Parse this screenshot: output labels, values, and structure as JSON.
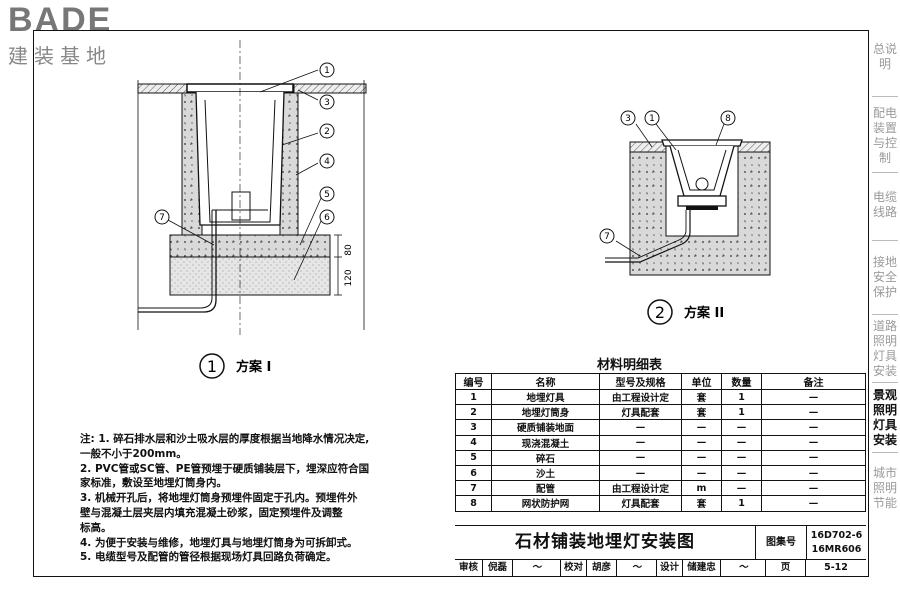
{
  "logo": {
    "brand": "BADE",
    "tagline": "建装基地"
  },
  "sidebar": {
    "items": [
      {
        "label": "总说明",
        "active": false
      },
      {
        "label": "配电装置与控制",
        "active": false
      },
      {
        "label": "电缆线路",
        "active": false
      },
      {
        "label": "接地安全保护",
        "active": false
      },
      {
        "label": "道路照明灯具安装",
        "active": false
      },
      {
        "label": "景观照明灯具安装",
        "active": true
      },
      {
        "label": "城市照明节能",
        "active": false
      }
    ]
  },
  "scheme1": {
    "number": "1",
    "caption": "方案 I",
    "callouts": [
      "1",
      "2",
      "3",
      "4",
      "5",
      "6",
      "7"
    ],
    "dims": [
      "80",
      "120"
    ]
  },
  "scheme2": {
    "number": "2",
    "caption": "方案 II",
    "callouts": [
      "3",
      "1",
      "8",
      "7"
    ]
  },
  "notes": {
    "lines": [
      "注: 1. 碎石排水层和沙土吸水层的厚度根据当地降水情况决定,",
      "       一般不小于200mm。",
      "     2. PVC管或SC管、PE管预埋于硬质铺装层下，埋深应符合国",
      "       家标准，敷设至地埋灯筒身内。",
      "     3. 机械开孔后，将地埋灯筒身预埋件固定于孔内。预埋件外",
      "       壁与混凝土层夹层内填充混凝土砂浆，固定预埋件及调整",
      "       标高。",
      "     4. 为便于安装与维修，地埋灯具与地埋灯筒身为可拆卸式。",
      "     5. 电缆型号及配管的管径根据现场灯具回路负荷确定。"
    ]
  },
  "materials": {
    "title": "材料明细表",
    "headers": [
      "编号",
      "名称",
      "型号及规格",
      "单位",
      "数量",
      "备注"
    ],
    "rows": [
      [
        "1",
        "地埋灯具",
        "由工程设计定",
        "套",
        "1",
        "—"
      ],
      [
        "2",
        "地埋灯筒身",
        "灯具配套",
        "套",
        "1",
        "—"
      ],
      [
        "3",
        "硬质铺装地面",
        "—",
        "—",
        "—",
        "—"
      ],
      [
        "4",
        "现浇混凝土",
        "—",
        "—",
        "—",
        "—"
      ],
      [
        "5",
        "碎石",
        "—",
        "—",
        "—",
        "—"
      ],
      [
        "6",
        "沙土",
        "—",
        "—",
        "—",
        "—"
      ],
      [
        "7",
        "配管",
        "由工程设计定",
        "m",
        "—",
        "—"
      ],
      [
        "8",
        "网状防护网",
        "灯具配套",
        "套",
        "1",
        "—"
      ]
    ]
  },
  "titleblock": {
    "title": "石材铺装地埋灯安装图",
    "atlas_label": "图集号",
    "atlas_no_1": "16D702-6",
    "atlas_no_2": "16MR606",
    "review_label": "审核",
    "reviewer": "倪磊",
    "check_label": "校对",
    "checker": "胡彦",
    "design_label": "设计",
    "designer": "储建忠",
    "page_label": "页",
    "page_no": "5-12"
  }
}
